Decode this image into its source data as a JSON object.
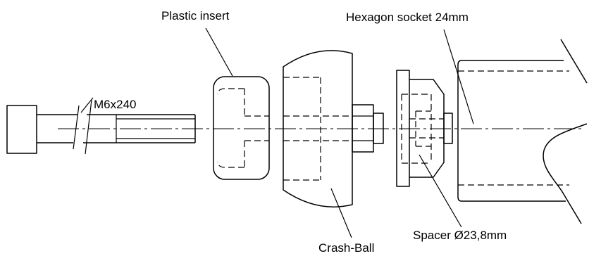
{
  "labels": {
    "plastic_insert": "Plastic insert",
    "hexagon_socket": "Hexagon socket 24mm",
    "bolt": "M6x240",
    "crash_ball": "Crash-Ball",
    "spacer": "Spacer Ø23,8mm"
  }
}
